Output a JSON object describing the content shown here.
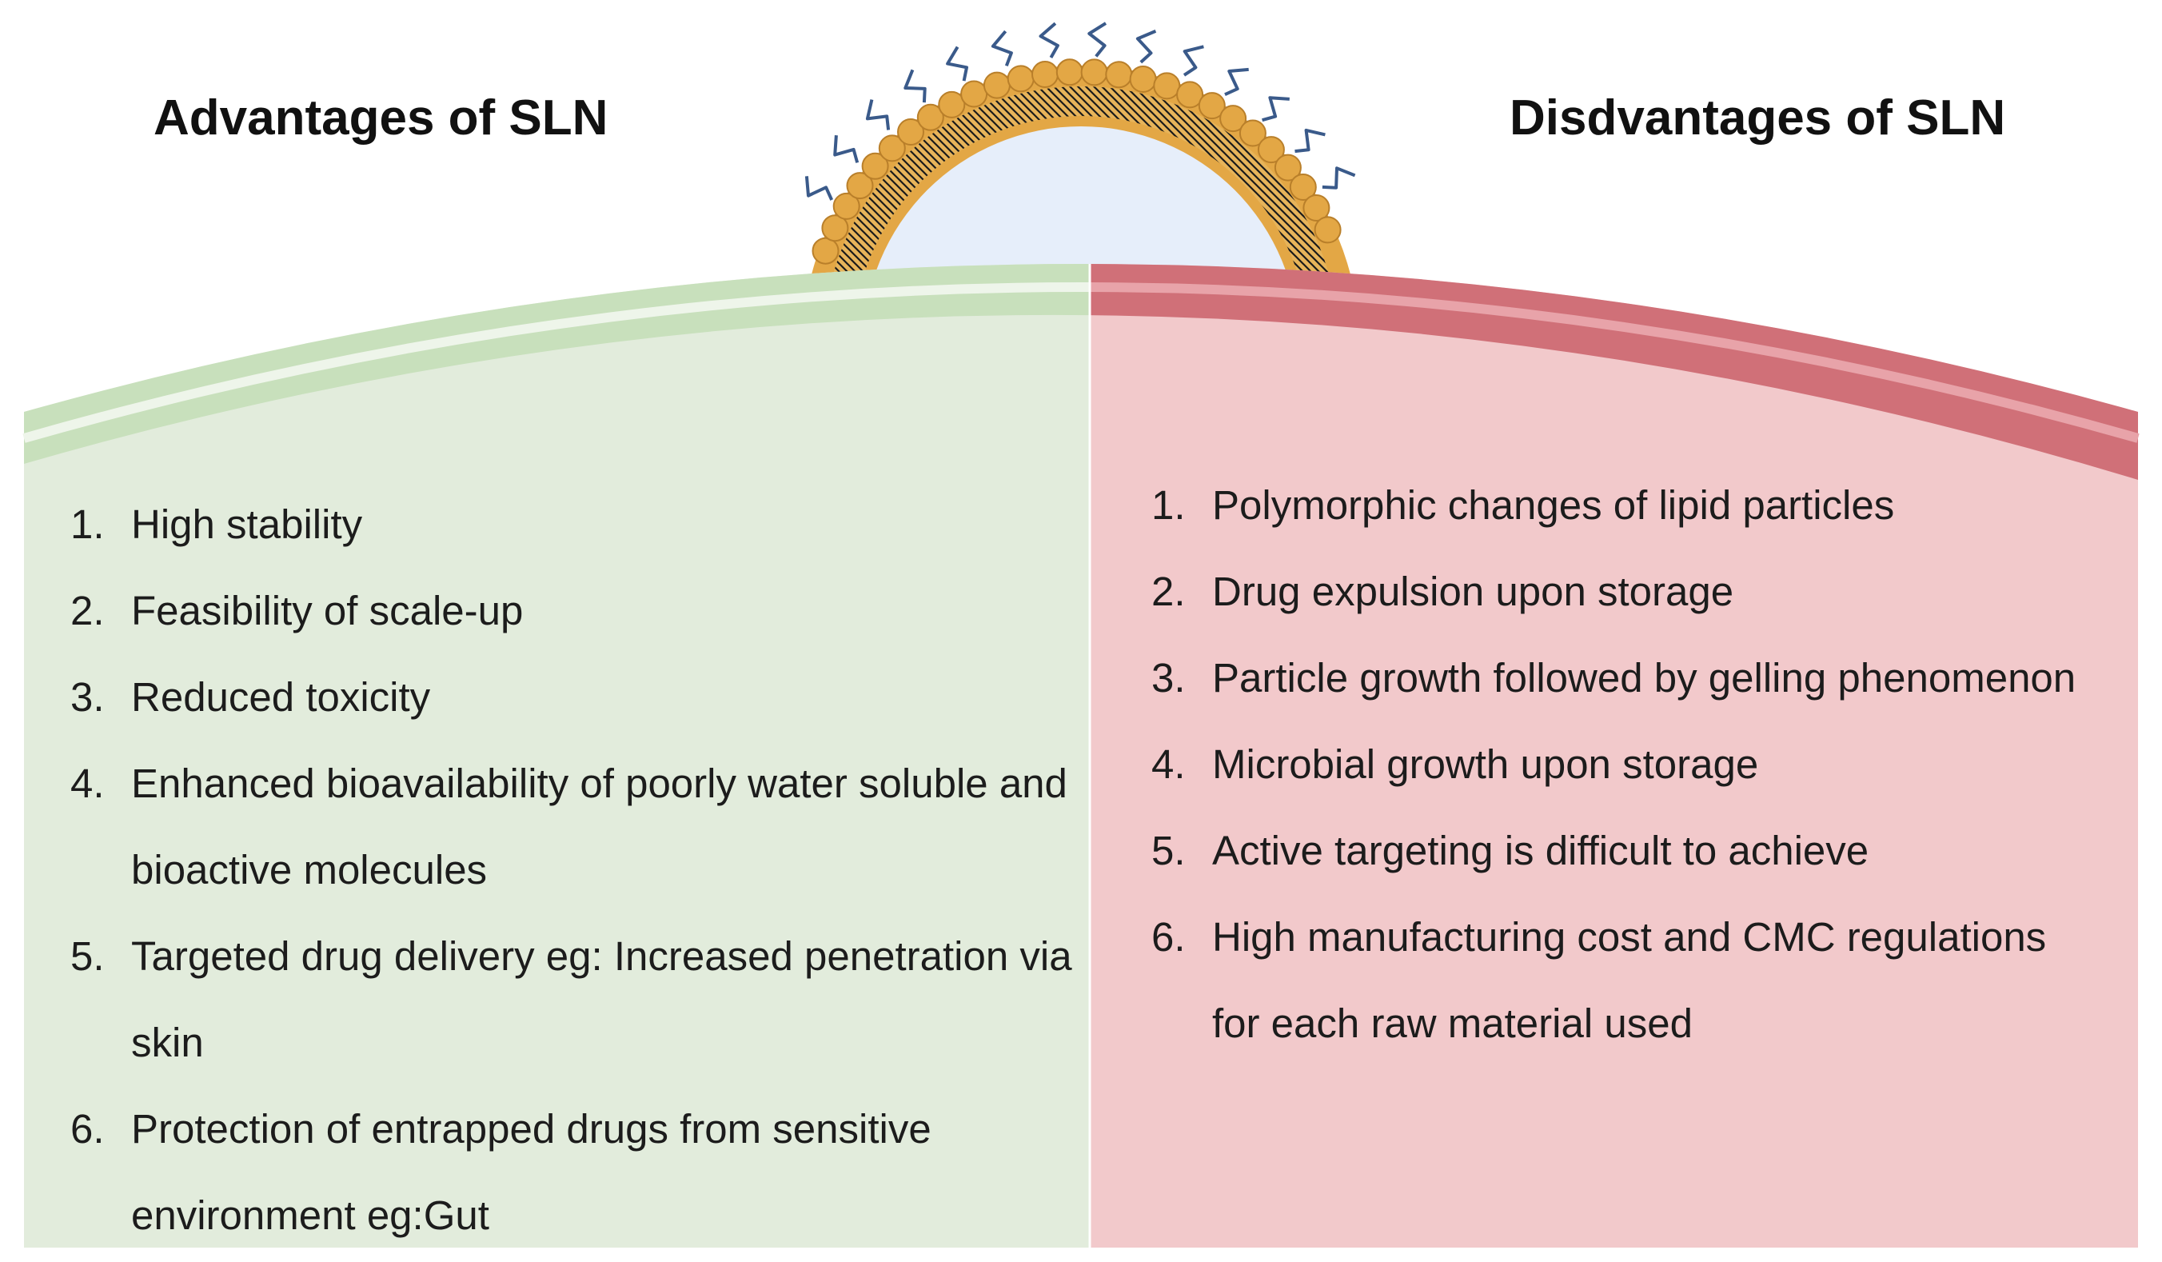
{
  "advantages": {
    "title": "Advantages of SLN",
    "color": "#e2ecdc",
    "band_color": "#c8e0bc",
    "items": [
      {
        "num": "1.",
        "text": "High stability"
      },
      {
        "num": "2.",
        "text": "Feasibility of scale-up"
      },
      {
        "num": "3.",
        "text": "Reduced toxicity"
      },
      {
        "num": "4.",
        "text": "Enhanced bioavailability of  poorly water soluble and bioactive molecules"
      },
      {
        "num": "5.",
        "text": "Targeted drug delivery eg: Increased penetration via skin"
      },
      {
        "num": "6.",
        "text": "Protection of entrapped drugs from sensitive environment eg:Gut"
      }
    ]
  },
  "disadvantages": {
    "title": "Disdvantages of SLN",
    "color": "#f2c9cb",
    "band_color": "#d07078",
    "items": [
      {
        "num": "1.",
        "text": "Polymorphic changes of lipid particles"
      },
      {
        "num": "2.",
        "text": "Drug expulsion upon storage"
      },
      {
        "num": "3.",
        "text": "Particle growth followed by gelling phenomenon"
      },
      {
        "num": "4.",
        "text": "Microbial growth upon storage"
      },
      {
        "num": "5.",
        "text": "Active targeting is difficult to achieve"
      },
      {
        "num": "6.",
        "text": "High manufacturing cost and CMC regulations for each raw material used"
      }
    ]
  },
  "nanoparticle": {
    "icon": "solid-lipid-nanoparticle-icon",
    "head_color": "#e3a745",
    "tail_color": "#1a1a1a",
    "core_color": "#e6eefa",
    "peg_color": "#3a5a8a"
  }
}
